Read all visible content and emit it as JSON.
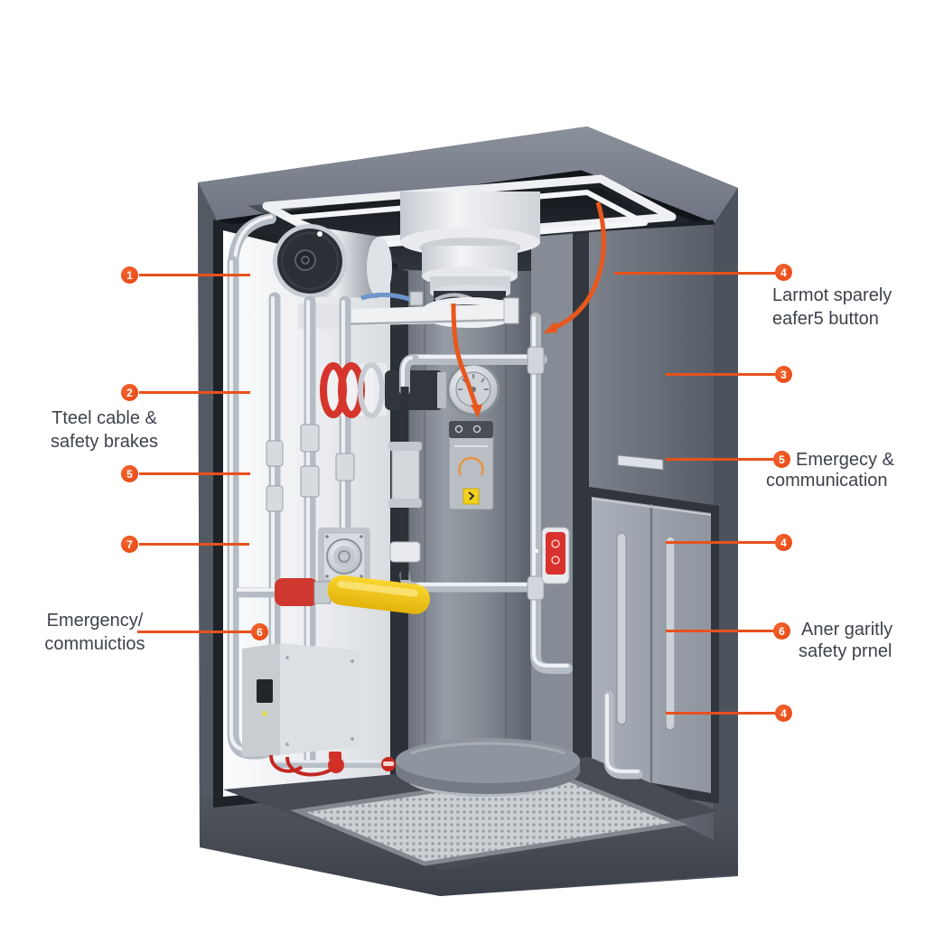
{
  "diagram": {
    "type": "elevator-safety-cutaway",
    "accent_color": "#E8511C",
    "label_text_color": "#3D434B"
  },
  "callouts": {
    "left": {
      "c1": {
        "num": "1"
      },
      "c2": {
        "num": "2",
        "label_line1": "Tteel cable &",
        "label_line2": "safety brakes"
      },
      "c5": {
        "num": "5"
      },
      "c7": {
        "num": "7"
      },
      "c6": {
        "num": "6",
        "label_line1": "Emergency/",
        "label_line2": "commuictios"
      }
    },
    "right": {
      "c4a": {
        "num": "4",
        "label_line1": "Larmot sparely",
        "label_line2": "eafer5 button"
      },
      "c3": {
        "num": "3"
      },
      "c5b": {
        "num": "5",
        "label_line1": "Emergecy &",
        "label_line2": "communication"
      },
      "c4b": {
        "num": "4"
      },
      "c6b": {
        "num": "6",
        "label_line1": "Aner garitly",
        "label_line2": "safety prnel"
      },
      "c4c": {
        "num": "4"
      }
    }
  }
}
